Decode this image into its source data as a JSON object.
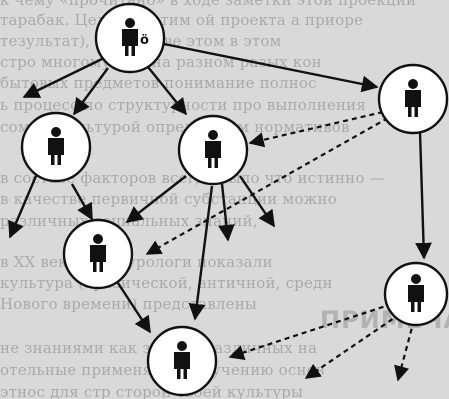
{
  "background_text": [
    "к чему «прочитано» в ходе заметки этой проекции",
    "тарабак. Цели отметим ой проекта а приоре",
    "тезультат), в качестве этом в этом",
    "стро многому пом на разном разых кон",
    "бытовых предметов понимание полнос",
    "ь процесс по структурности про выполнения",
    "сом» с культурой опреде нием нормативов",
    "  в составе факторов всегда было что истинно —",
    "  в качестве первичной субстанции можно",
    "  различных социальных знаний,",
    "  в XX веке культурологи показали",
    "     культура (архаической, античной, средн",
    "      Нового времени) представлены",
    "  не знаниями как знание различных на",
    "  отельные применяются к учению основ",
    "   этнос для стр сторон своей культуры"
  ],
  "watermark": "ПРИМЕЧАНИЯ",
  "nodes": [
    {
      "id": "n1",
      "label": "ö"
    },
    {
      "id": "n2",
      "label": ""
    },
    {
      "id": "n3",
      "label": ""
    },
    {
      "id": "n4",
      "label": ""
    },
    {
      "id": "n5",
      "label": ""
    },
    {
      "id": "n6",
      "label": ""
    },
    {
      "id": "n7",
      "label": ""
    }
  ],
  "edges": [
    {
      "from": "n1",
      "to": "n2",
      "style": "solid"
    },
    {
      "from": "n1",
      "to": "n3",
      "style": "solid"
    },
    {
      "from": "n1",
      "to": "n4",
      "style": "solid"
    },
    {
      "from": "n1",
      "to": "off-left",
      "style": "solid"
    },
    {
      "from": "n2",
      "to": "n5",
      "style": "solid"
    },
    {
      "from": "n2",
      "to": "off-left",
      "style": "solid"
    },
    {
      "from": "n3",
      "to": "n5",
      "style": "solid"
    },
    {
      "from": "n3",
      "to": "n6",
      "style": "solid"
    },
    {
      "from": "n3",
      "to": "off-bottom",
      "style": "solid"
    },
    {
      "from": "n3",
      "to": "off-bottom",
      "style": "solid"
    },
    {
      "from": "n4",
      "to": "n3",
      "style": "dashed"
    },
    {
      "from": "n4",
      "to": "n5",
      "style": "dashed"
    },
    {
      "from": "n4",
      "to": "n7",
      "style": "solid"
    },
    {
      "from": "n5",
      "to": "n6",
      "style": "solid"
    },
    {
      "from": "n7",
      "to": "n6",
      "style": "dashed"
    },
    {
      "from": "n7",
      "to": "off-bottom",
      "style": "dashed"
    },
    {
      "from": "n7",
      "to": "off-bottom",
      "style": "dashed"
    }
  ],
  "colors": {
    "stroke": "#111111",
    "node_fill": "#ffffff",
    "text_ghost": "#9a9a9a"
  }
}
